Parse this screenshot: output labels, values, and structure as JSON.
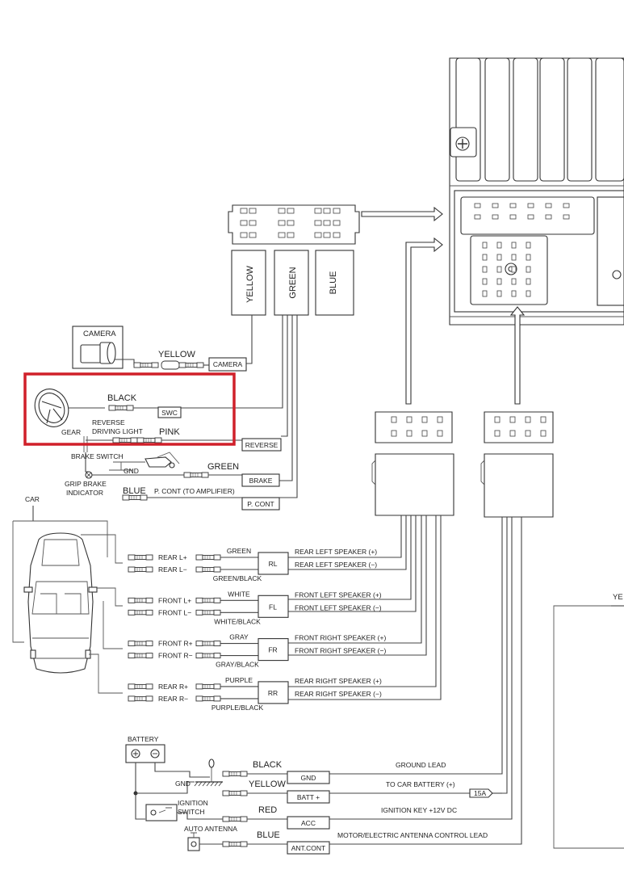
{
  "connector_labels": {
    "yellow": "YELLOW",
    "green": "GREEN",
    "blue": "BLUE"
  },
  "camera": {
    "title": "CAMERA",
    "wire_color": "YELLOW",
    "tag": "CAMERA"
  },
  "swc": {
    "wire_color": "BLACK",
    "tag": "SWC"
  },
  "reverse": {
    "gear": "GEAR",
    "label_line1": "REVERSE",
    "label_line2": "DRIVING LIGHT",
    "wire_color": "PINK",
    "tag": "REVERSE"
  },
  "brake": {
    "switch": "BRAKE SWITCH",
    "gnd": "GND",
    "indicator_line1": "GRIP BRAKE",
    "indicator_line2": "INDICATOR",
    "wire_color": "GREEN",
    "tag": "BRAKE"
  },
  "pcont": {
    "wire_color": "BLUE",
    "desc": "P. CONT (TO AMPLIFIER)",
    "tag": "P. CONT"
  },
  "car_label": "CAR",
  "speakers": [
    {
      "tag": "RL",
      "pos_label": "REAR L+",
      "neg_label": "REAR L−",
      "pos_color": "GREEN",
      "neg_color": "GREEN/BLACK",
      "pos_desc": "REAR LEFT SPEAKER (+)",
      "neg_desc": "REAR LEFT SPEAKER (−)"
    },
    {
      "tag": "FL",
      "pos_label": "FRONT L+",
      "neg_label": "FRONT L−",
      "pos_color": "WHITE",
      "neg_color": "WHITE/BLACK",
      "pos_desc": "FRONT LEFT SPEAKER (+)",
      "neg_desc": "FRONT LEFT SPEAKER (−)"
    },
    {
      "tag": "FR",
      "pos_label": "FRONT R+",
      "neg_label": "FRONT R−",
      "pos_color": "GRAY",
      "neg_color": "GRAY/BLACK",
      "pos_desc": "FRONT RIGHT SPEAKER (+)",
      "neg_desc": "FRONT RIGHT SPEAKER (−)"
    },
    {
      "tag": "RR",
      "pos_label": "REAR R+",
      "neg_label": "REAR R−",
      "pos_color": "PURPLE",
      "neg_color": "PURPLE/BLACK",
      "pos_desc": "REAR RIGHT SPEAKER (+)",
      "neg_desc": "REAR RIGHT SPEAKER (−)"
    }
  ],
  "power": {
    "battery": "BATTERY",
    "gnd": "GND",
    "ignition_line1": "IGNITION",
    "ignition_line2": "SWITCH",
    "auto_antenna": "AUTO ANTENNA",
    "rows": [
      {
        "wire_color": "BLACK",
        "tag": "GND",
        "desc": "GROUND LEAD"
      },
      {
        "wire_color": "YELLOW",
        "tag": "BATT +",
        "desc": "TO CAR BATTERY (+)"
      },
      {
        "wire_color": "RED",
        "tag": "ACC",
        "desc": "IGNITION KEY +12V DC"
      },
      {
        "wire_color": "BLUE",
        "tag": "ANT.CONT",
        "desc": "MOTOR/ELECTRIC ANTENNA CONTROL LEAD"
      }
    ],
    "fuse": "15A"
  },
  "edge_text": "YE",
  "highlight_color": "#d0202a"
}
